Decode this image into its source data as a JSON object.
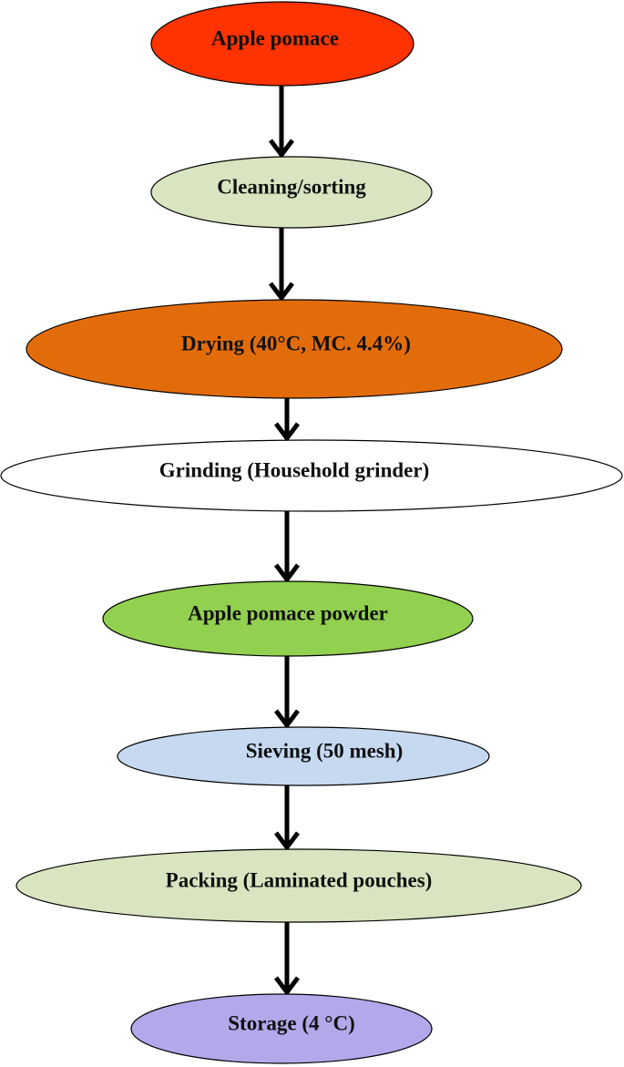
{
  "steps": [
    {
      "label": "Apple pomace",
      "fill": "#ff3300"
    },
    {
      "label": "Cleaning/sorting",
      "fill": "#d8e5c0"
    },
    {
      "label": "Drying (40°C, MC. 4.4%)",
      "fill": "#e36c0a"
    },
    {
      "label": "Grinding (Household grinder)",
      "fill": "#ffffff"
    },
    {
      "label": "Apple pomace powder",
      "fill": "#92d050"
    },
    {
      "label": "Sieving (50 mesh)",
      "fill": "#c6d9f1"
    },
    {
      "label": "Packing (Laminated pouches)",
      "fill": "#d8e5c0"
    },
    {
      "label": "Storage (4 °C)",
      "fill": "#b4a7ea"
    }
  ],
  "connector_color": "#000000"
}
